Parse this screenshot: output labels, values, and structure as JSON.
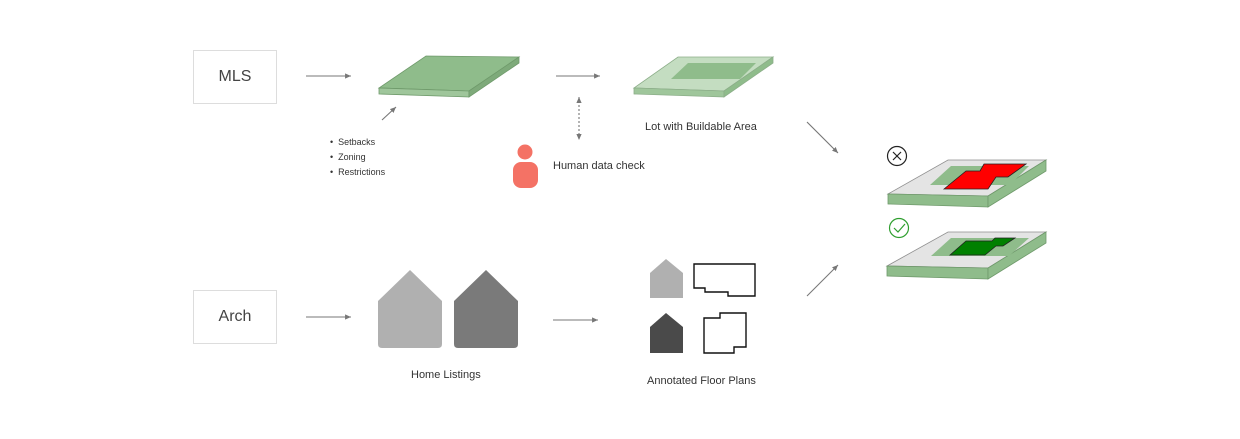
{
  "sources": {
    "mls": "MLS",
    "arch": "Arch"
  },
  "criteria": [
    "Setbacks",
    "Zoning",
    "Restrictions"
  ],
  "labels": {
    "lot": "Lot with Buildable Area",
    "human": "Human data check",
    "home_listings": "Home Listings",
    "floor_plans": "Annotated Floor Plans"
  },
  "colors": {
    "lot_green": "#8fbc8b",
    "lot_light": "#c4ddc1",
    "human": "#f47265",
    "fail_fill": "#ff0000",
    "pass_fill": "#008000",
    "house_light": "#b0b0b0",
    "house_dark": "#7a7a7a",
    "house_darkest": "#4a4a4a",
    "check_green": "#2e9e2e"
  },
  "icons": {
    "fail": "x-circle-icon",
    "pass": "check-circle-icon",
    "person": "person-icon"
  }
}
